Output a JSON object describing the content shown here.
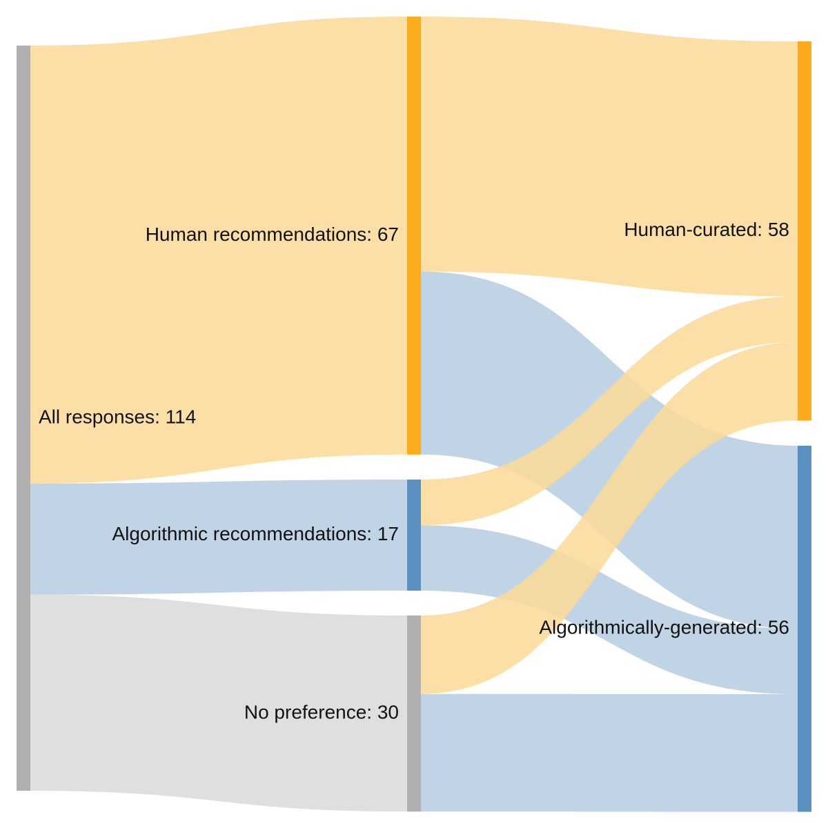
{
  "chart_data": {
    "type": "sankey",
    "nodes": [
      {
        "id": "all",
        "label": "All responses: 114",
        "value": 114,
        "color": "#b0b0b0",
        "column": 0
      },
      {
        "id": "human_rec",
        "label": "Human recommendations: 67",
        "value": 67,
        "color": "#fdab1e",
        "column": 1
      },
      {
        "id": "algo_rec",
        "label": "Algorithmic recommendations: 17",
        "value": 17,
        "color": "#5a8fbf",
        "column": 1
      },
      {
        "id": "no_pref",
        "label": "No preference: 30",
        "value": 30,
        "color": "#b0b0b0",
        "column": 1
      },
      {
        "id": "human_cur",
        "label": "Human-curated: 58",
        "value": 58,
        "color": "#fdab1e",
        "column": 2
      },
      {
        "id": "algo_gen",
        "label": "Algorithmically-generated: 56",
        "value": 56,
        "color": "#5a8fbf",
        "column": 2
      }
    ],
    "links": [
      {
        "source": "all",
        "target": "human_rec",
        "value": 67,
        "color": "#fcd996"
      },
      {
        "source": "all",
        "target": "algo_rec",
        "value": 17,
        "color": "#b5cde1"
      },
      {
        "source": "all",
        "target": "no_pref",
        "value": 30,
        "color": "#d9d9d9"
      },
      {
        "source": "human_rec",
        "target": "human_cur",
        "value": 39,
        "color": "#fcd996"
      },
      {
        "source": "human_rec",
        "target": "algo_gen",
        "value": 28,
        "color": "#b5cde1"
      },
      {
        "source": "algo_rec",
        "target": "human_cur",
        "value": 7,
        "color": "#fcd996"
      },
      {
        "source": "algo_rec",
        "target": "algo_gen",
        "value": 10,
        "color": "#b5cde1"
      },
      {
        "source": "no_pref",
        "target": "human_cur",
        "value": 12,
        "color": "#fcd996"
      },
      {
        "source": "no_pref",
        "target": "algo_gen",
        "value": 18,
        "color": "#b5cde1"
      }
    ]
  }
}
